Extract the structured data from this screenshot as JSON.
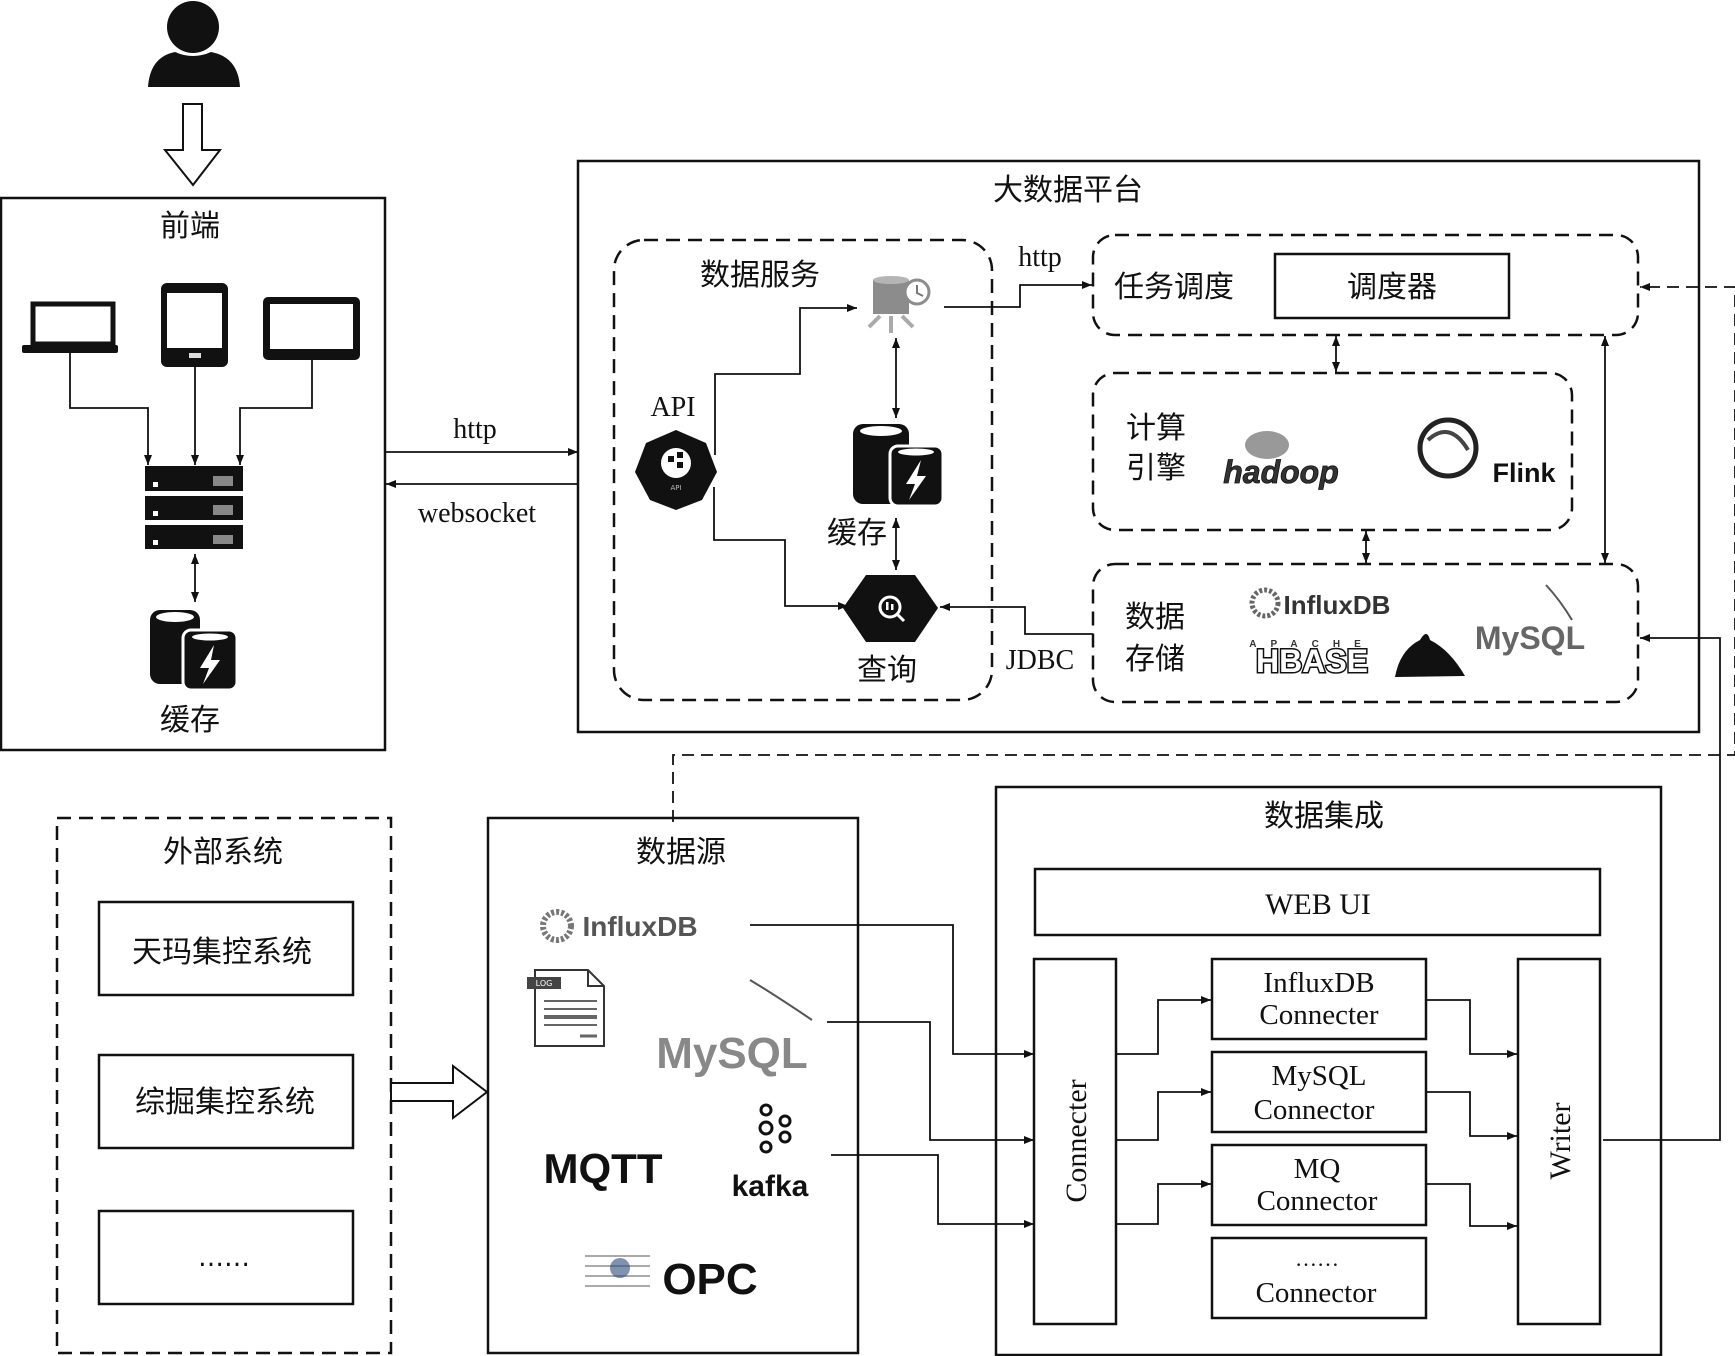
{
  "user": {
    "icon": "user-icon"
  },
  "frontend": {
    "title": "前端",
    "devices": [
      "laptop-icon",
      "tablet-icon",
      "monitor-icon"
    ],
    "server_icon": "server-stack-icon",
    "cache_label": "缓存"
  },
  "links": {
    "http_out": "http",
    "websocket_in": "websocket",
    "scheduler_http": "http",
    "jdbc": "JDBC"
  },
  "platform": {
    "title": "大数据平台",
    "data_service": {
      "title": "数据服务",
      "api_label": "API",
      "cache_label": "缓存",
      "query_label": "查询"
    },
    "scheduling": {
      "title": "任务调度",
      "scheduler_label": "调度器"
    },
    "compute": {
      "title_line1": "计算",
      "title_line2": "引擎",
      "logos": [
        "hadoop",
        "Flink"
      ]
    },
    "storage": {
      "title_line1": "数据",
      "title_line2": "存储",
      "logos": [
        "InfluxDB",
        "HBASE",
        "MySQL"
      ],
      "hbase_top": "APACHE"
    }
  },
  "external": {
    "title": "外部系统",
    "items": [
      "天玛集控系统",
      "综掘集控系统",
      "……"
    ]
  },
  "sources": {
    "title": "数据源",
    "logos": {
      "influx": "InfluxDB",
      "log": "LOG",
      "mysql": "MySQL",
      "mqtt": "MQTT",
      "kafka": "kafka",
      "opc": "OPC"
    }
  },
  "integration": {
    "title": "数据集成",
    "webui": "WEB UI",
    "connecter": "Connecter",
    "writer": "Writer",
    "connectors": [
      {
        "line1": "InfluxDB",
        "line2": "Connecter"
      },
      {
        "line1": "MySQL",
        "line2": "Connector"
      },
      {
        "line1": "MQ",
        "line2": "Connector"
      },
      {
        "line1": "……",
        "line2": "Connector"
      }
    ]
  }
}
